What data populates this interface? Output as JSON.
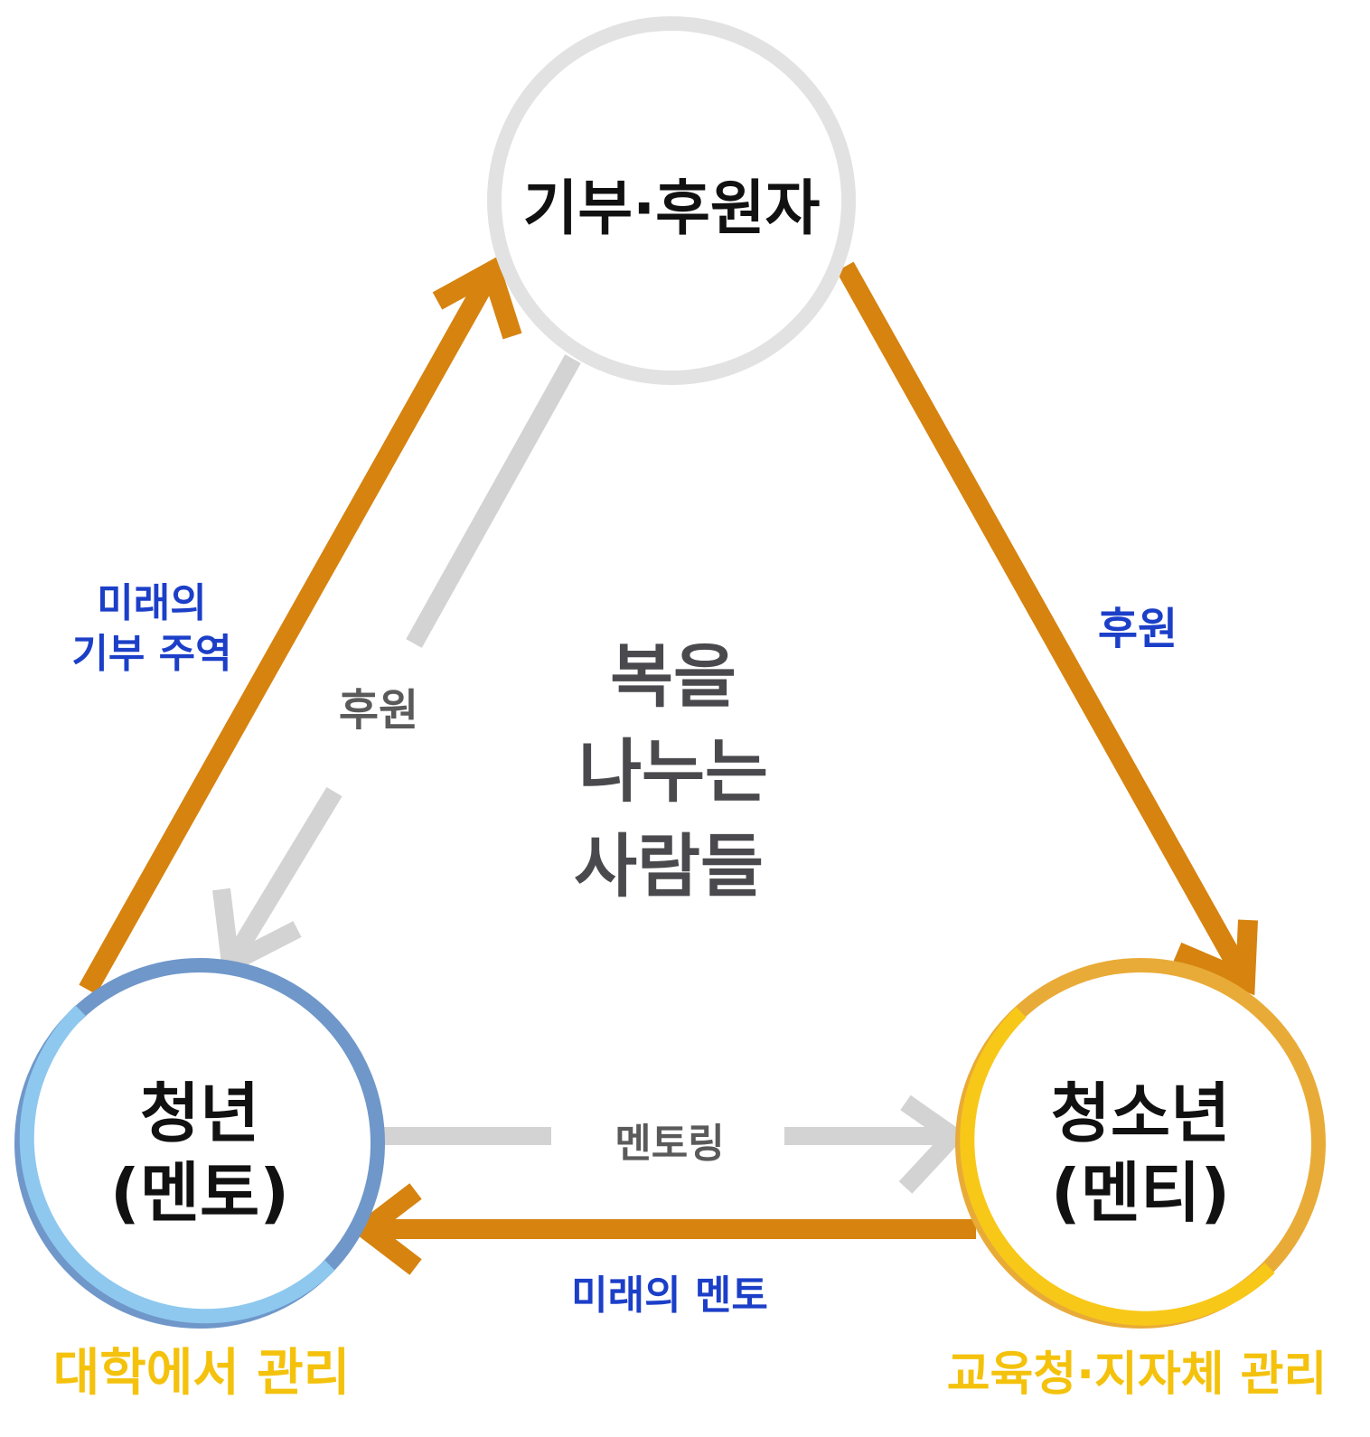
{
  "nodes": {
    "donor": {
      "label": "기부·후원자"
    },
    "youth": {
      "label_line1": "청년",
      "label_line2": "(멘토)",
      "caption": "대학에서 관리"
    },
    "teen": {
      "label_line1": "청소년",
      "label_line2": "(멘티)",
      "caption": "교육청·지자체 관리"
    }
  },
  "center": {
    "line1": "복을",
    "line2": "나누는",
    "line3": "사람들"
  },
  "edges": {
    "youth_to_donor": {
      "label_line1": "미래의",
      "label_line2": "기부 주역"
    },
    "donor_to_teen": {
      "label": "후원"
    },
    "donor_to_youth": {
      "label": "후원"
    },
    "youth_to_teen": {
      "label": "멘토링"
    },
    "teen_to_youth": {
      "label": "미래의 멘토"
    }
  },
  "colors": {
    "orange": "#d6830f",
    "gray_arrow": "#d3d3d3",
    "blue_label": "#1c3fc8",
    "yellow_caption": "#f4c20d",
    "donor_ring": "#e2e2e2",
    "youth_ring_dark": "#6f97c9",
    "youth_ring_light": "#8ec8ef",
    "teen_ring_dark": "#e9ab37",
    "teen_ring_light": "#f8c818"
  }
}
